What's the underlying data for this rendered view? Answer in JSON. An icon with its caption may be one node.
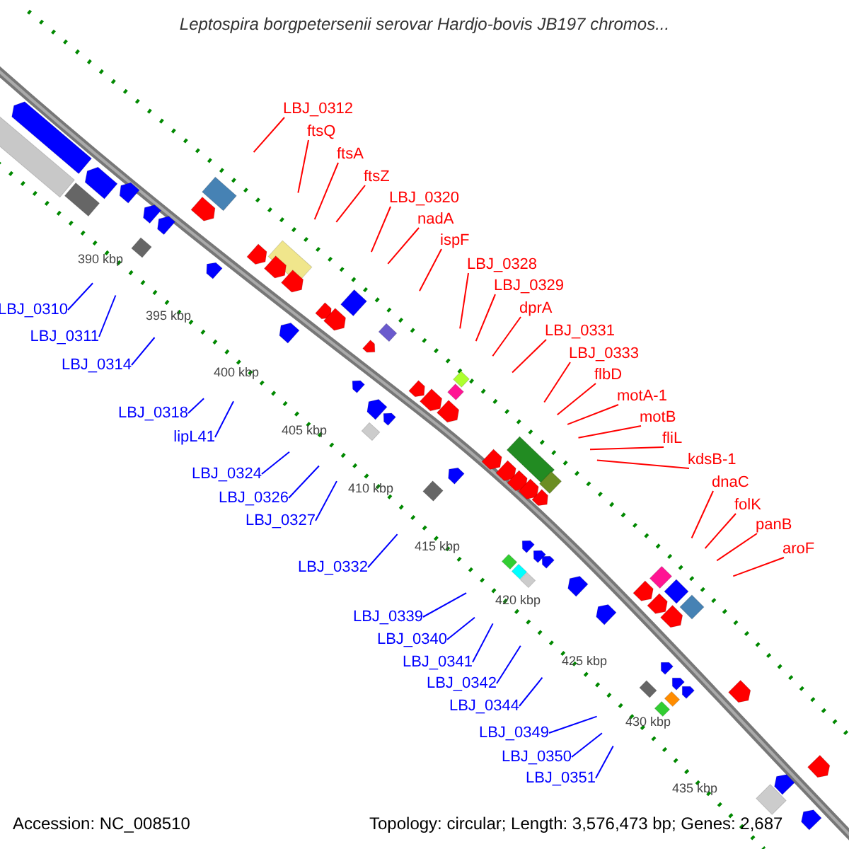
{
  "diagram": {
    "title": "Leptospira borgpetersenii serovar Hardjo-bovis JB197 chromos...",
    "nodes": [
      {
        "text": [
          "LBJ_0312"
        ]
      },
      {
        "text": [
          "ftsQ"
        ]
      },
      {
        "text": [
          "ftsA"
        ]
      },
      {
        "text": [
          "ftsZ"
        ]
      },
      {
        "text": [
          "LBJ_0320"
        ]
      },
      {
        "text": [
          "nadA"
        ]
      },
      {
        "text": [
          "ispF"
        ]
      },
      {
        "text": [
          "LBJ_0328"
        ]
      },
      {
        "text": [
          "LBJ_0329"
        ]
      },
      {
        "text": [
          "dprA"
        ]
      },
      {
        "text": [
          "LBJ_0331"
        ]
      },
      {
        "text": [
          "LBJ_0333"
        ]
      },
      {
        "text": [
          "flbD"
        ]
      },
      {
        "text": [
          "motA-1"
        ]
      },
      {
        "text": [
          "motB"
        ]
      },
      {
        "text": [
          "fliL"
        ]
      },
      {
        "text": [
          "kdsB-1"
        ]
      },
      {
        "text": [
          "dnaC"
        ]
      },
      {
        "text": [
          "folK"
        ]
      },
      {
        "text": [
          "panB"
        ]
      },
      {
        "text": [
          "aroF"
        ]
      },
      {
        "text": [
          "LBJ_0310"
        ]
      },
      {
        "text": [
          "LBJ_0311"
        ]
      },
      {
        "text": [
          "LBJ_0314"
        ]
      },
      {
        "text": [
          "LBJ_0318"
        ]
      },
      {
        "text": [
          "lipL41"
        ]
      },
      {
        "text": [
          "LBJ_0324"
        ]
      },
      {
        "text": [
          "LBJ_0326"
        ]
      },
      {
        "text": [
          "LBJ_0327"
        ]
      },
      {
        "text": [
          "LBJ_0332"
        ]
      },
      {
        "text": [
          "LBJ_0339"
        ]
      },
      {
        "text": [
          "LBJ_0340"
        ]
      },
      {
        "text": [
          "LBJ_0341"
        ]
      },
      {
        "text": [
          "LBJ_0342"
        ]
      },
      {
        "text": [
          "LBJ_0344"
        ]
      },
      {
        "text": [
          "LBJ_0349"
        ]
      },
      {
        "text": [
          "LBJ_0350"
        ]
      },
      {
        "text": [
          "LBJ_0351"
        ]
      }
    ],
    "edges": [
      {
        "from": 0,
        "to": null,
        "arrow": "none"
      },
      {
        "from": 1,
        "to": null,
        "arrow": "none"
      },
      {
        "from": 2,
        "to": null,
        "arrow": "none"
      },
      {
        "from": 3,
        "to": null,
        "arrow": "none"
      },
      {
        "from": 4,
        "to": null,
        "arrow": "none"
      },
      {
        "from": 5,
        "to": null,
        "arrow": "none"
      },
      {
        "from": 6,
        "to": null,
        "arrow": "none"
      },
      {
        "from": 7,
        "to": null,
        "arrow": "none"
      },
      {
        "from": 8,
        "to": null,
        "arrow": "none"
      },
      {
        "from": 9,
        "to": null,
        "arrow": "none"
      },
      {
        "from": 10,
        "to": null,
        "arrow": "none"
      },
      {
        "from": 11,
        "to": null,
        "arrow": "none"
      },
      {
        "from": 12,
        "to": null,
        "arrow": "none"
      },
      {
        "from": 13,
        "to": null,
        "arrow": "none"
      },
      {
        "from": 14,
        "to": null,
        "arrow": "none"
      },
      {
        "from": 15,
        "to": null,
        "arrow": "none"
      },
      {
        "from": 16,
        "to": null,
        "arrow": "none"
      },
      {
        "from": 17,
        "to": null,
        "arrow": "none"
      },
      {
        "from": 18,
        "to": null,
        "arrow": "none"
      },
      {
        "from": 19,
        "to": null,
        "arrow": "none"
      },
      {
        "from": 20,
        "to": null,
        "arrow": "none"
      },
      {
        "from": 21,
        "to": null,
        "arrow": "none",
        "color": "#0000ff"
      },
      {
        "from": 22,
        "to": null,
        "arrow": "none",
        "color": "#0000ff"
      },
      {
        "from": 23,
        "to": null,
        "arrow": "none",
        "color": "#0000ff"
      },
      {
        "from": 24,
        "to": null,
        "arrow": "none",
        "color": "#0000ff"
      },
      {
        "from": 25,
        "to": null,
        "arrow": "none",
        "color": "#0000ff"
      },
      {
        "from": 26,
        "to": null,
        "arrow": "none",
        "color": "#0000ff"
      },
      {
        "from": 27,
        "to": null,
        "arrow": "none",
        "color": "#0000ff"
      },
      {
        "from": 28,
        "to": null,
        "arrow": "none",
        "color": "#0000ff"
      },
      {
        "from": 29,
        "to": null,
        "arrow": "none",
        "color": "#0000ff"
      },
      {
        "from": 30,
        "to": null,
        "arrow": "none",
        "color": "#0000ff"
      },
      {
        "from": 31,
        "to": null,
        "arrow": "none",
        "color": "#0000ff"
      },
      {
        "from": 32,
        "to": null,
        "arrow": "none",
        "color": "#0000ff"
      },
      {
        "from": 33,
        "to": null,
        "arrow": "none",
        "color": "#0000ff"
      },
      {
        "from": 34,
        "to": null,
        "arrow": "none",
        "color": "#0000ff"
      },
      {
        "from": 35,
        "to": null,
        "arrow": "none",
        "color": "#0000ff"
      },
      {
        "from": 36,
        "to": null,
        "arrow": "none",
        "color": "#0000ff"
      },
      {
        "from": 37,
        "to": null,
        "arrow": "none",
        "color": "#0000ff"
      }
    ],
    "labels": [
      "390 kbp",
      "395 kbp",
      "400 kbp",
      "405 kbp",
      "410 kbp",
      "415 kbp",
      "420 kbp",
      "425 kbp",
      "430 kbp",
      "435 kbp",
      "Accession: NC_008510",
      "Topology: circular; Length: 3,576,473 bp; Genes: 2,687"
    ]
  }
}
